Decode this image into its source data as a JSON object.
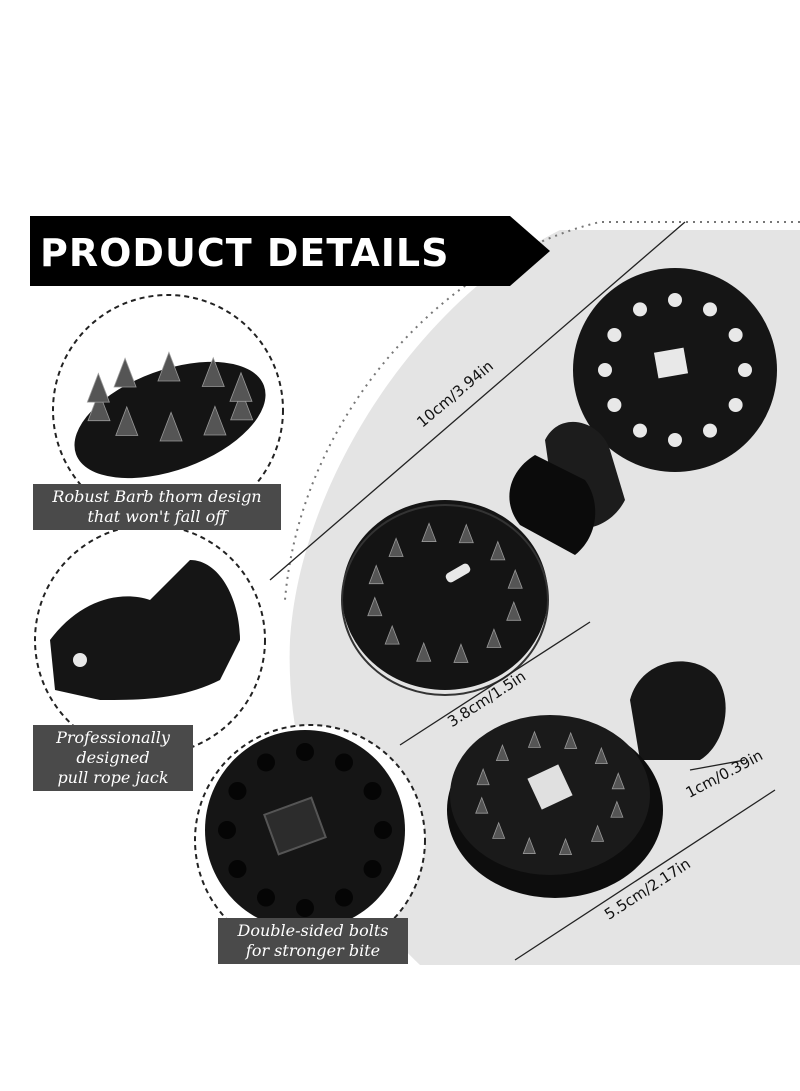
{
  "banner": {
    "title": "PRODUCT DETAILS"
  },
  "callouts": [
    {
      "lines": [
        "Robust Barb thorn design",
        "that won't fall off"
      ]
    },
    {
      "lines": [
        "Professionally",
        "designed",
        "pull rope jack"
      ]
    },
    {
      "lines": [
        "Double-sided bolts",
        "for stronger bite"
      ]
    }
  ],
  "dimensions": {
    "length": "10cm/3.94in",
    "width": "3.8cm/1.5in",
    "loop": "1cm/0.39in",
    "diameter": "5.5cm/2.17in"
  },
  "colors": {
    "product": "#111111",
    "caption_bg": "#4a4a4a",
    "panel": "#e4e4e4",
    "banner": "#000000"
  }
}
